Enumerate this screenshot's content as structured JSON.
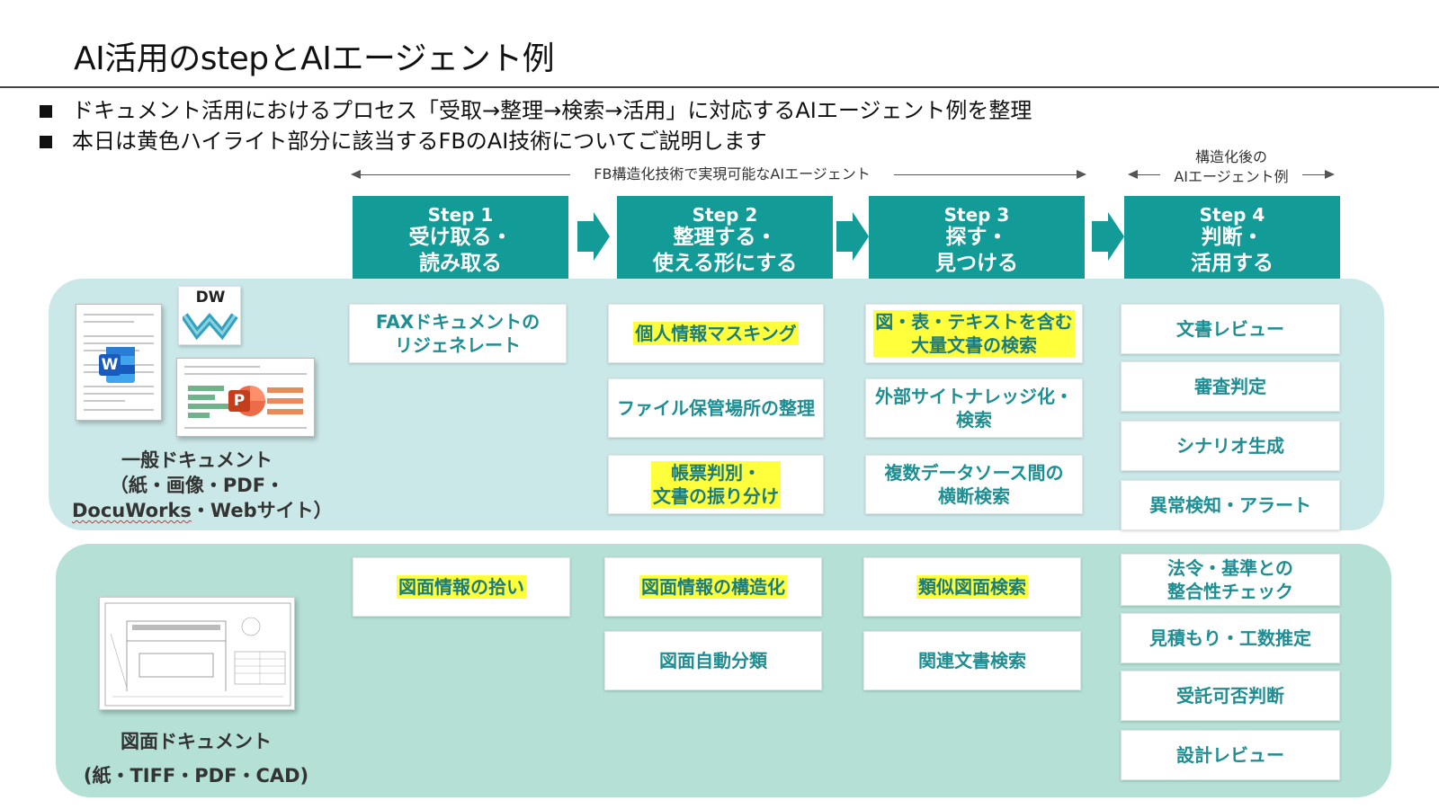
{
  "title": "AI活用のstepとAIエージェント例",
  "bullets": [
    "ドキュメント活用におけるプロセス「受取→整理→検索→活用」に対応するAIエージェント例を整理",
    "本日は黄色ハイライト部分に該当するFBのAI技術についてご説明します"
  ],
  "span_fb": "FB構造化技術で実現可能なAIエージェント",
  "span_post": "構造化後の\nAIエージェント例",
  "steps": [
    {
      "num": "Step 1",
      "label": "受け取る・\n読み取る"
    },
    {
      "num": "Step 2",
      "label": "整理する・\n使える形にする"
    },
    {
      "num": "Step 3",
      "label": "探す・\n見つける"
    },
    {
      "num": "Step 4",
      "label": "判断・\n活用する"
    }
  ],
  "general_doc": {
    "line1": "一般ドキュメント",
    "line2": "（紙・画像・PDF・",
    "line3a": "DocuWorks",
    "line3b": "・Webサイト）",
    "dw_logo": "DW",
    "word_letter": "W",
    "ppt_letter": "P"
  },
  "drawing_doc": {
    "line1": "図面ドキュメント",
    "line2": "(紙・TIFF・PDF・CAD)"
  },
  "cards_general": {
    "s1": [
      "FAXドキュメントの\nリジェネレート"
    ],
    "s2": [
      "個人情報マスキング",
      "ファイル保管場所の整理",
      "帳票判別・\n文書の振り分け"
    ],
    "s3": [
      "図・表・テキストを含む\n大量文書の検索",
      "外部サイトナレッジ化・\n検索",
      "複数データソース間の\n横断検索"
    ],
    "s4": [
      "文書レビュー",
      "審査判定",
      "シナリオ生成",
      "異常検知・アラート"
    ]
  },
  "cards_drawing": {
    "s1": [
      "図面情報の拾い"
    ],
    "s2": [
      "図面情報の構造化",
      "図面自動分類"
    ],
    "s3": [
      "類似図面検索",
      "関連文書検索"
    ],
    "s4": [
      "法令・基準との\n整合性チェック",
      "見積もり・工数推定",
      "受託可否判断",
      "設計レビュー"
    ]
  },
  "colors": {
    "step_teal": "#139b98",
    "card_text": "#1e8e92",
    "highlight": "#ffff3c",
    "band_general": "#cbe8e8",
    "band_drawing": "#b4e0d6"
  },
  "highlighted_cards": [
    "個人情報マスキング",
    "帳票判別・文書の振り分け",
    "図・表・テキストを含む大量文書の検索",
    "図面情報の拾い",
    "図面情報の構造化",
    "類似図面検索"
  ],
  "icons": [
    "word-icon",
    "powerpoint-icon",
    "docuworks-logo",
    "arrow-right-chevron-icon"
  ]
}
